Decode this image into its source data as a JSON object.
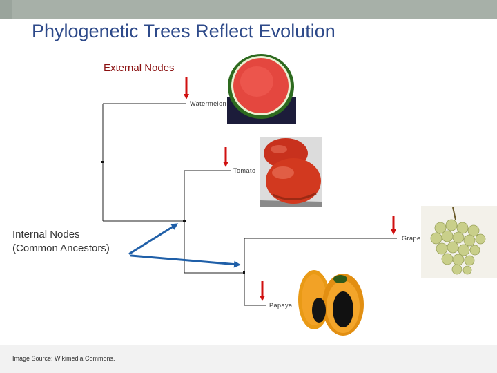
{
  "slide": {
    "title": "Phylogenetic Trees Reflect Evolution",
    "external_label": "External Nodes",
    "internal_label_line1": "Internal Nodes",
    "internal_label_line2": "(Common Ancestors)",
    "source": "Image Source: Wikimedia Commons."
  },
  "taxa": [
    "Watermelon",
    "Tomato",
    "Grape",
    "Papaya"
  ],
  "colors": {
    "title": "#2e4a8a",
    "external_label": "#8a1010",
    "arrow_red": "#d01010",
    "arrow_blue": "#1f5fa8",
    "branch": "#222222"
  },
  "icons": [
    "watermelon-photo",
    "tomato-photo",
    "grape-photo",
    "papaya-photo",
    "red-arrow-icon",
    "blue-arrow-icon"
  ]
}
